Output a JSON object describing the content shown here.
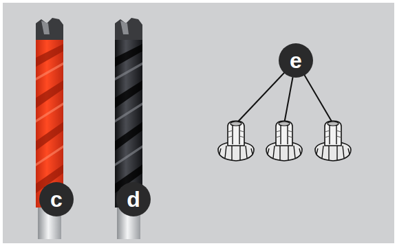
{
  "diagram": {
    "nodes": [
      {
        "text": [
          "c"
        ]
      },
      {
        "text": [
          "d"
        ]
      },
      {
        "text": [
          "e"
        ]
      }
    ]
  }
}
